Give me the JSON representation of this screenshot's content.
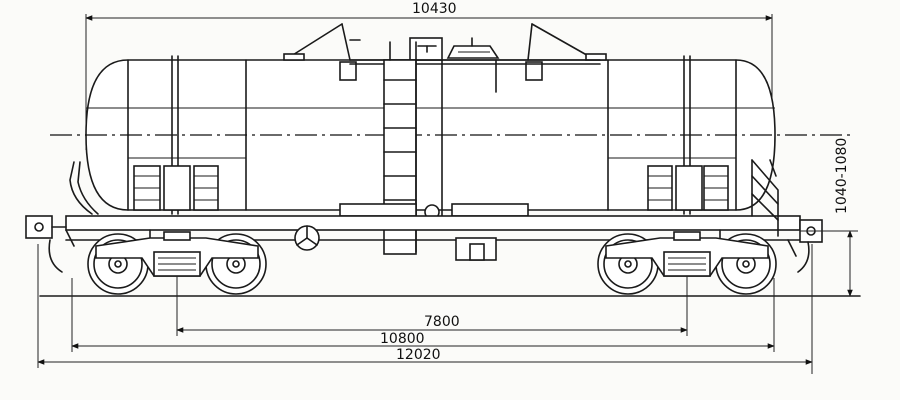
{
  "dimensions": {
    "tank_length": "10430",
    "bogie_centers": "7800",
    "frame_length": "10800",
    "coupler_length": "12020",
    "coupler_height": "1040-1080"
  }
}
